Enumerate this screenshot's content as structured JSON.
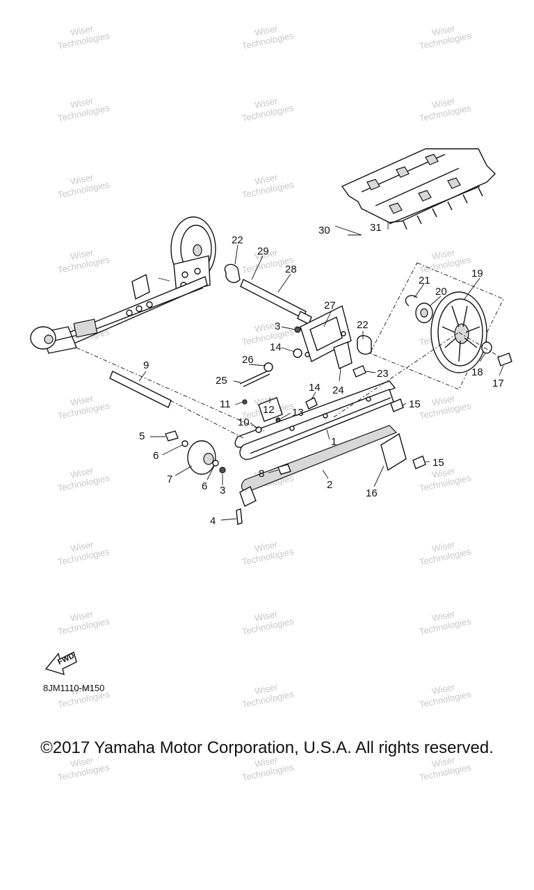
{
  "watermark": {
    "line1": "Wiser",
    "line2": "Technologies"
  },
  "diagram_code": "8JM1110-M150",
  "fwd_label": "FWD",
  "copyright": "©2017 Yamaha Motor Corporation, U.S.A. All rights reserved.",
  "parts": [
    {
      "id": "p30",
      "label": "30"
    },
    {
      "id": "p31",
      "label": "31"
    },
    {
      "id": "p22a",
      "label": "22"
    },
    {
      "id": "p29",
      "label": "29"
    },
    {
      "id": "p28",
      "label": "28"
    },
    {
      "id": "p19",
      "label": "19"
    },
    {
      "id": "p21",
      "label": "21"
    },
    {
      "id": "p20",
      "label": "20"
    },
    {
      "id": "p27",
      "label": "27"
    },
    {
      "id": "p22b",
      "label": "22"
    },
    {
      "id": "p3a",
      "label": "3"
    },
    {
      "id": "p14a",
      "label": "14"
    },
    {
      "id": "p26",
      "label": "26"
    },
    {
      "id": "p23",
      "label": "23"
    },
    {
      "id": "p25",
      "label": "25"
    },
    {
      "id": "p24",
      "label": "24"
    },
    {
      "id": "p18",
      "label": "18"
    },
    {
      "id": "p17",
      "label": "17"
    },
    {
      "id": "p9",
      "label": "9"
    },
    {
      "id": "p12",
      "label": "12"
    },
    {
      "id": "p14b",
      "label": "14"
    },
    {
      "id": "p11",
      "label": "11"
    },
    {
      "id": "p13",
      "label": "13"
    },
    {
      "id": "p15a",
      "label": "15"
    },
    {
      "id": "p10",
      "label": "10"
    },
    {
      "id": "p5",
      "label": "5"
    },
    {
      "id": "p1",
      "label": "1"
    },
    {
      "id": "p6a",
      "label": "6"
    },
    {
      "id": "p7",
      "label": "7"
    },
    {
      "id": "p6b",
      "label": "6"
    },
    {
      "id": "p3b",
      "label": "3"
    },
    {
      "id": "p8",
      "label": "8"
    },
    {
      "id": "p2",
      "label": "2"
    },
    {
      "id": "p15b",
      "label": "15"
    },
    {
      "id": "p16",
      "label": "16"
    },
    {
      "id": "p4",
      "label": "4"
    }
  ]
}
